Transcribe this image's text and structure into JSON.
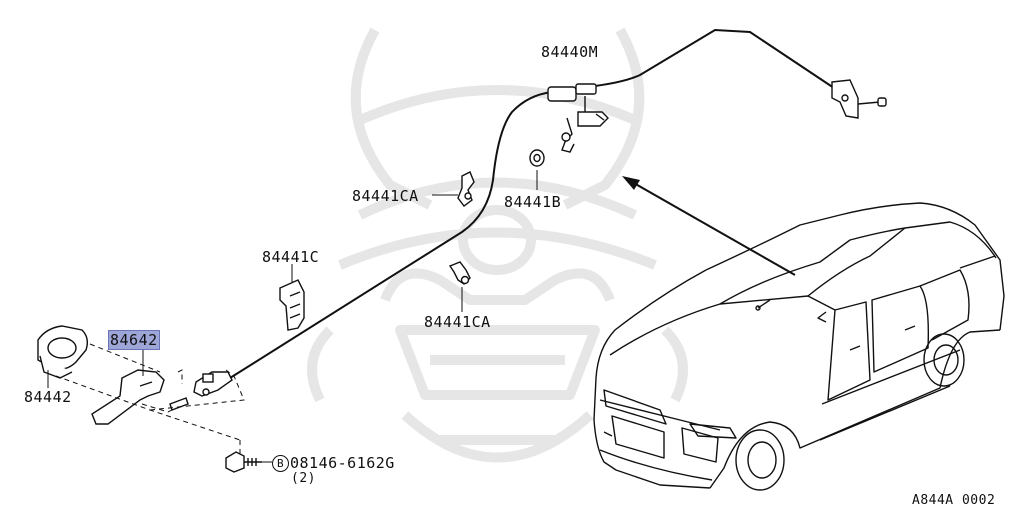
{
  "labels": {
    "cable_assy": "84440M",
    "cable_clip_upper": "84441CA",
    "grommet": "84441B",
    "cable_clip_left": "84441C",
    "cable_clip_lower": "84441CA",
    "opener_handle": "84642",
    "bezel": "84442",
    "bolt_part": "08146-6162G",
    "bolt_badge": "B",
    "bolt_qty": "(2)",
    "diagram_code": "A844A 0002"
  },
  "colors": {
    "ink": "#111111",
    "highlight_fill": "#9ea6d8",
    "watermark": "#e6e6e6"
  },
  "icons": {
    "watermark": "samurai-helmet-watermark",
    "vehicle": "sedan-car-icon",
    "arrow": "location-arrow"
  }
}
